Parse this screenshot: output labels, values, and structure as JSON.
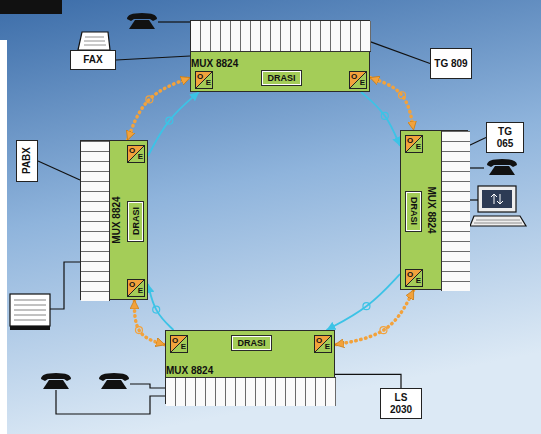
{
  "diagram": {
    "nodes": [
      {
        "text": [
          "FAX"
        ]
      },
      {
        "text": [
          "MUX 8824"
        ]
      },
      {
        "text": [
          "DRASI"
        ],
        "in": 1
      },
      {
        "text": [
          "TG 809"
        ]
      },
      {
        "text": [
          "PABX"
        ]
      },
      {
        "text": [
          "MUX 8824"
        ]
      },
      {
        "text": [
          "DRASI"
        ],
        "in": 5
      },
      {
        "text": [
          "MUX 8824"
        ]
      },
      {
        "text": [
          "DRASI"
        ],
        "in": 7
      },
      {
        "text": [
          "TG 065"
        ]
      },
      {
        "text": [
          "MUX 8824"
        ]
      },
      {
        "text": [
          "DRASI"
        ],
        "in": 10
      },
      {
        "text": [
          "LS 2030"
        ]
      }
    ],
    "edges": [
      {
        "from": 0,
        "to": 1,
        "arrow": "none"
      },
      {
        "from": 3,
        "to": 1,
        "arrow": "none"
      },
      {
        "from": 4,
        "to": 5,
        "arrow": "none"
      },
      {
        "from": 9,
        "to": 7,
        "arrow": "none"
      },
      {
        "from": 12,
        "to": 10,
        "arrow": "none"
      },
      {
        "from": 1,
        "to": 7,
        "arrow": "both"
      },
      {
        "from": 1,
        "to": 7,
        "arrow": "to"
      },
      {
        "from": 7,
        "to": 10,
        "arrow": "both"
      },
      {
        "from": 7,
        "to": 10,
        "arrow": "to"
      },
      {
        "from": 10,
        "to": 5,
        "arrow": "both"
      },
      {
        "from": 10,
        "to": 5,
        "arrow": "to"
      },
      {
        "from": 5,
        "to": 1,
        "arrow": "both"
      },
      {
        "from": 5,
        "to": 1,
        "arrow": "to"
      }
    ],
    "labels": [
      "O",
      "E",
      "O",
      "E",
      "O",
      "E",
      "O",
      "E",
      "O",
      "E",
      "O",
      "E",
      "O",
      "E",
      "O",
      "E"
    ]
  }
}
